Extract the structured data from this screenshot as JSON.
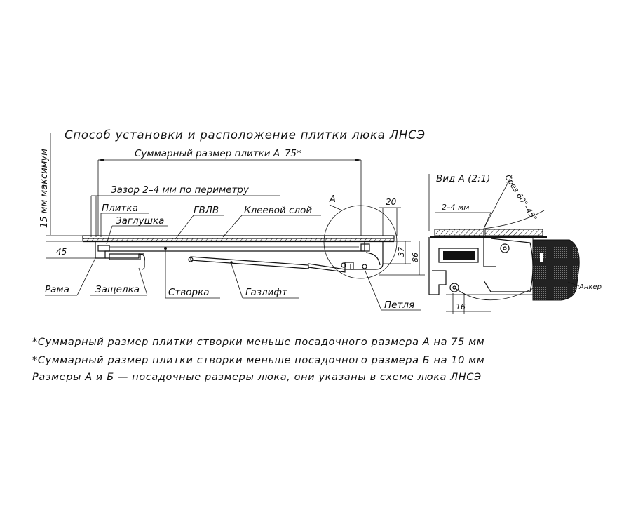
{
  "title": "Способ установки и расположение плитки люка ЛНСЭ",
  "dimensions": {
    "overall_tile": "Суммарный размер плитки А–75*",
    "gap": "Зазор 2–4 мм по периметру",
    "max_height": "15 мм максимум",
    "left_offset": "45",
    "d20": "20",
    "d37": "37",
    "d86": "86",
    "view_gap": "2–4 мм",
    "d16": "16"
  },
  "labels": {
    "tile": "Плитка",
    "plug": "Заглушка",
    "gvlv": "ГВЛВ",
    "glue": "Клеевой слой",
    "frame": "Рама",
    "latch": "Защелка",
    "leaf": "Створка",
    "gaslift": "Газлифт",
    "hinge": "Петля",
    "view_marker": "А",
    "anchor": "Анкер"
  },
  "detail_view": {
    "title": "Вид А (2:1)",
    "cut": "Срез 60°–45°"
  },
  "notes": [
    "*Суммарный размер плитки створки меньше посадочного размера А на 75 мм",
    "*Суммарный размер плитки створки меньше посадочного размера Б на 10 мм",
    "Размеры А и Б — посадочные размеры люка, они указаны в схеме люка ЛНСЭ"
  ]
}
